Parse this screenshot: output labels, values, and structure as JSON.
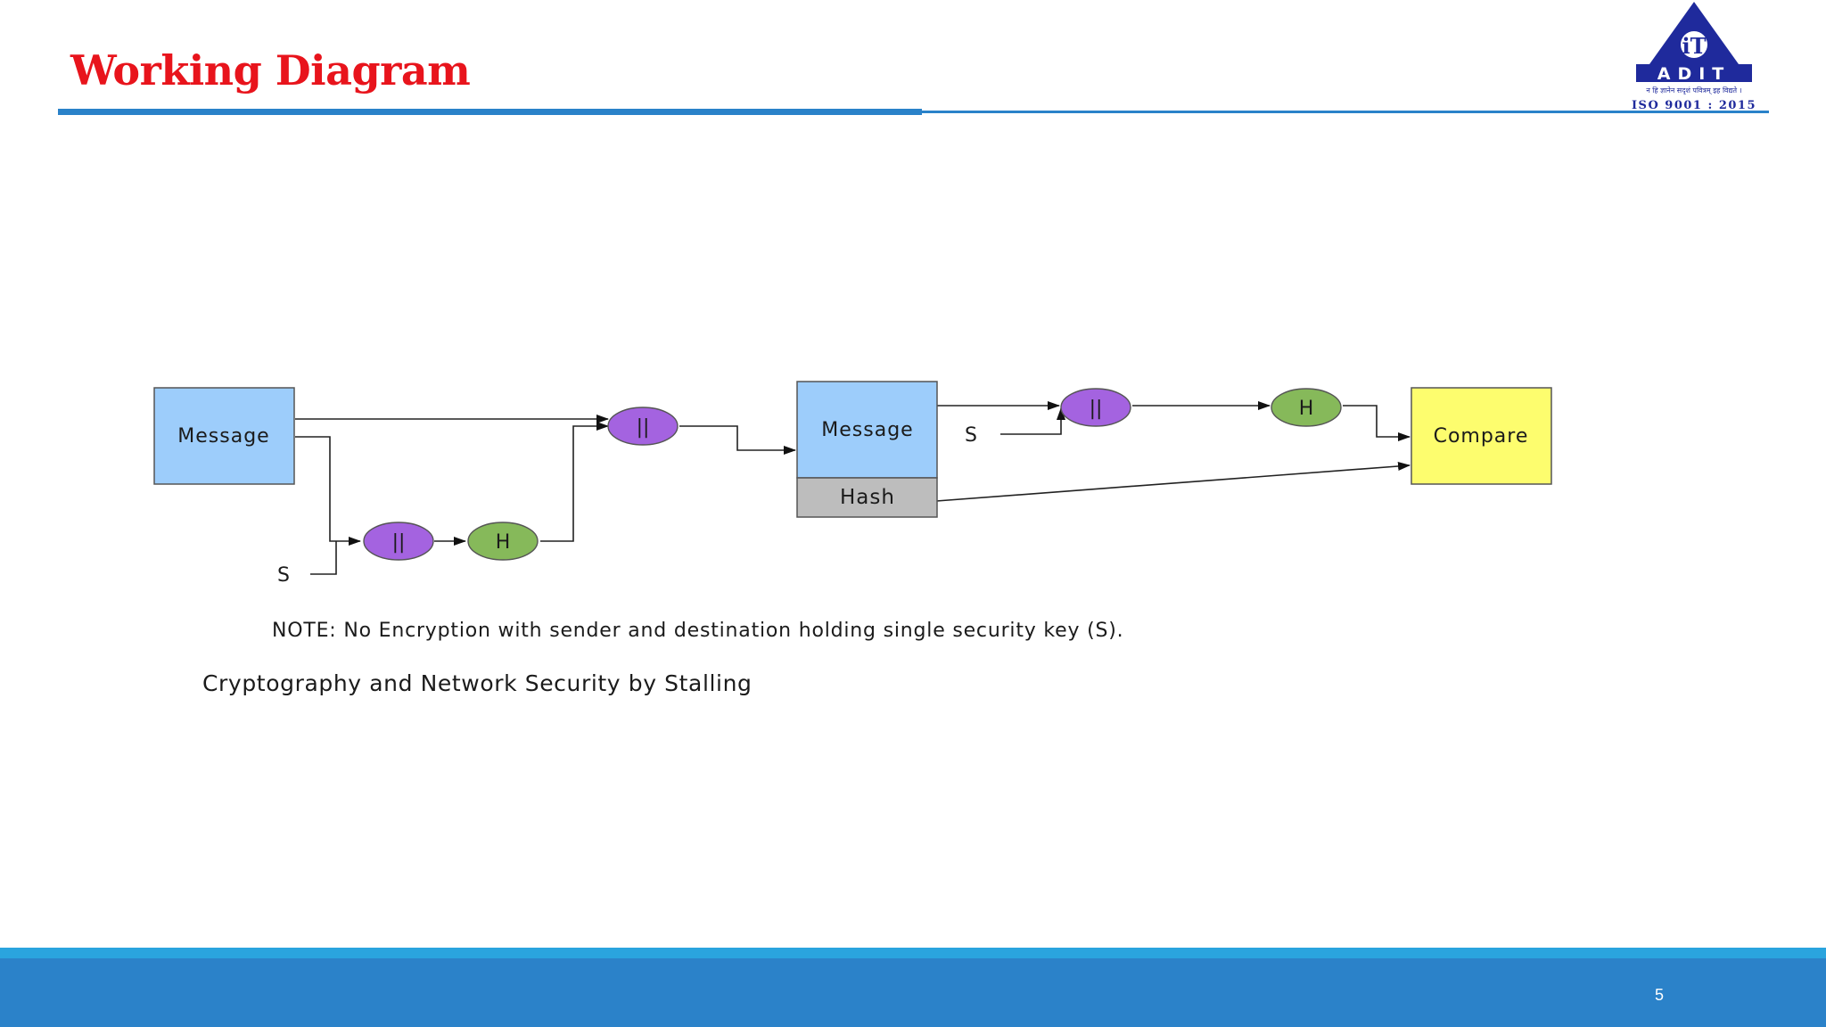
{
  "slide": {
    "title": "Working Diagram",
    "page_number": "5"
  },
  "logo": {
    "name": "ADIT",
    "tagline": "न हि ज्ञानेन सदृशं पवित्रम् इह विद्यते ।",
    "certification": "ISO 9001 : 2015"
  },
  "diagram": {
    "sender": {
      "message_label": "Message",
      "key_label": "S",
      "concat_label": "||",
      "hash_label": "H",
      "concat2_label": "||"
    },
    "packet": {
      "message_label": "Message",
      "hash_label": "Hash"
    },
    "receiver": {
      "key_label": "S",
      "concat_label": "||",
      "hash_label": "H",
      "compare_label": "Compare"
    },
    "note": "NOTE: No Encryption with sender and destination holding single security key (S).",
    "citation": "Cryptography and Network Security by Stalling"
  },
  "colors": {
    "title_red": "#e8141c",
    "rule_blue": "#2a82c9",
    "footer_blue": "#2b82c9",
    "footer_accent": "#2aa4de",
    "message_box": "#9dcdfb",
    "hash_box": "#bdbdbd",
    "compare_box": "#fdfd6e",
    "concat_node": "#a463e0",
    "hash_node": "#86b95a",
    "logo_navy": "#1f2a9c"
  }
}
